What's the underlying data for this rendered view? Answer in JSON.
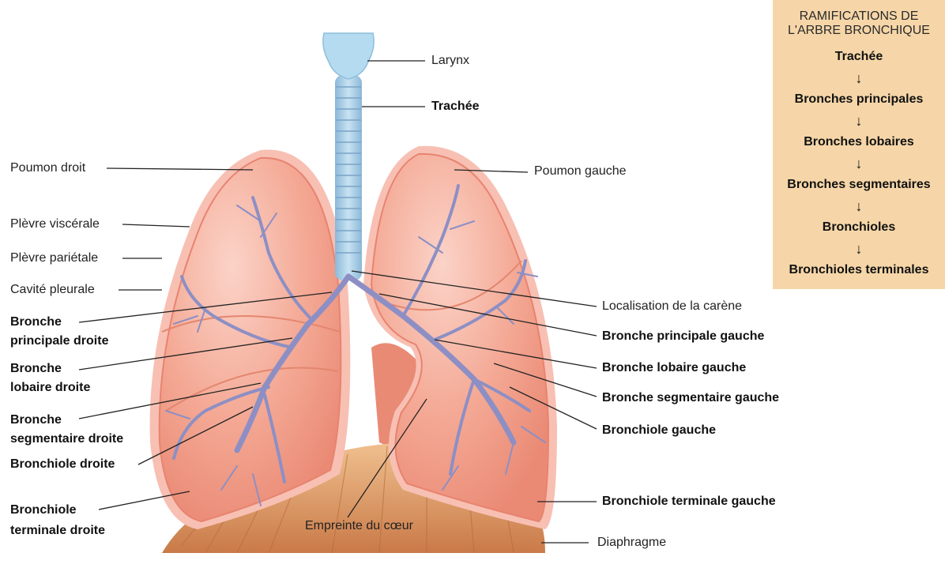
{
  "box": {
    "title_line1": "RAMIFICATIONS DE",
    "title_line2": "L'ARBRE BRONCHIQUE",
    "steps": [
      "Trachée",
      "Bronches principales",
      "Bronches lobaires",
      "Bronches segmentaires",
      "Bronchioles",
      "Bronchioles terminales"
    ],
    "arrow": "↓"
  },
  "labels": {
    "larynx": "Larynx",
    "trachee": "Trachée",
    "poumon_droit": "Poumon droit",
    "poumon_gauche": "Poumon gauche",
    "plevre_viscerale": "Plèvre viscérale",
    "plevre_parietale": "Plèvre pariétale",
    "cavite_pleurale": "Cavité pleurale",
    "bronche_principale_droite_1": "Bronche",
    "bronche_principale_droite_2": "principale droite",
    "bronche_lobaire_droite_1": "Bronche",
    "bronche_lobaire_droite_2": "lobaire droite",
    "bronche_segmentaire_droite_1": "Bronche",
    "bronche_segmentaire_droite_2": "segmentaire droite",
    "bronchiole_droite": "Bronchiole droite",
    "bronchiole_terminale_droite_1": "Bronchiole",
    "bronchiole_terminale_droite_2": "terminale droite",
    "localisation_carene": "Localisation de la carène",
    "bronche_principale_gauche": "Bronche principale gauche",
    "bronche_lobaire_gauche": "Bronche lobaire gauche",
    "bronche_segmentaire_gauche": "Bronche segmentaire gauche",
    "bronchiole_gauche": "Bronchiole gauche",
    "bronchiole_terminale_gauche": "Bronchiole terminale gauche",
    "empreinte_coeur": "Empreinte du cœur",
    "diaphragme": "Diaphragme"
  },
  "colors": {
    "lung_fill": "#f3a493",
    "lung_edge": "#e8836f",
    "pleura": "#f7c0b3",
    "trachea": "#a9d0e8",
    "bronchi": "#8d8fc4",
    "diaphragm": "#e0a070",
    "box_bg": "#f6d6a8"
  }
}
